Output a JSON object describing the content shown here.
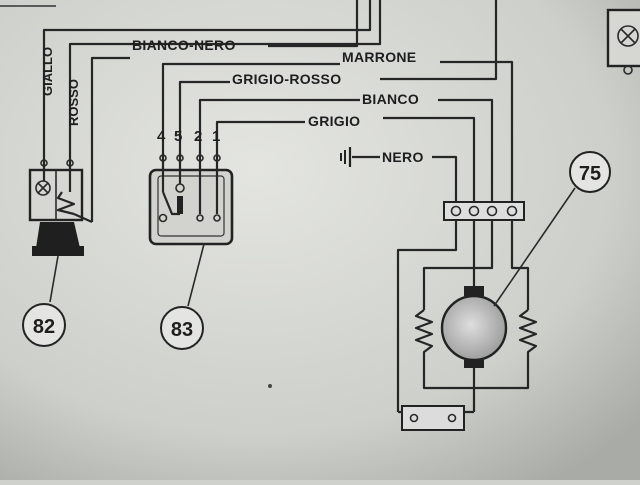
{
  "wires": {
    "bianco_nero": "BIANCO-NERO",
    "marrone": "MARRONE",
    "grigio_rosso": "GRIGIO-ROSSO",
    "bianco": "BIANCO",
    "grigio": "GRIGIO",
    "nero": "NERO",
    "giallo": "GIALLO",
    "rosso": "ROSSO"
  },
  "switch_pins": [
    "4",
    "5",
    "2",
    "1"
  ],
  "components": {
    "lamp_unit": "82",
    "switch_unit": "83",
    "motor_unit": "75"
  },
  "colors": {
    "paper": "#cfd1cd",
    "ink": "#222222"
  }
}
